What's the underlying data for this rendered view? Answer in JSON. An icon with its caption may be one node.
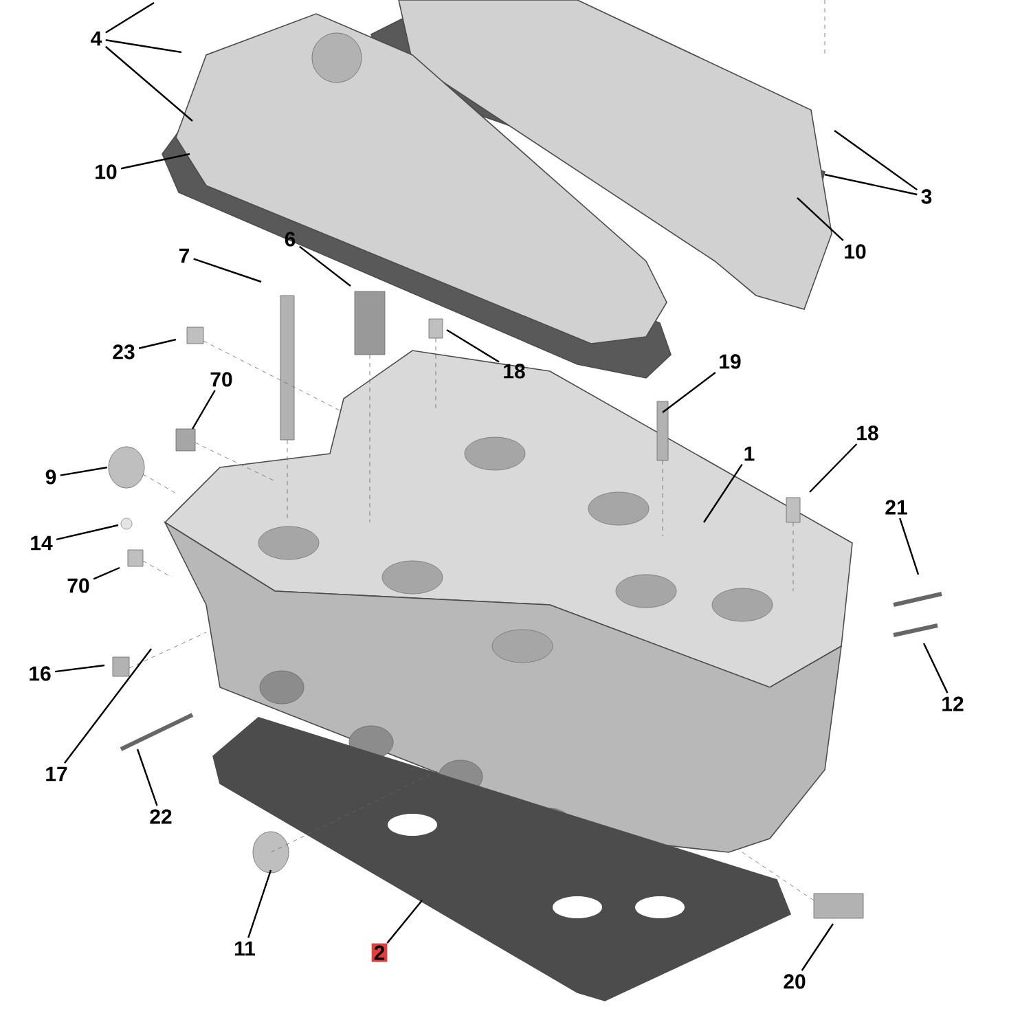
{
  "diagram": {
    "nodes": [
      {
        "text": [
          "4"
        ]
      },
      {
        "text": [
          "10"
        ]
      },
      {
        "text": [
          "3"
        ]
      },
      {
        "text": [
          "10"
        ]
      },
      {
        "text": [
          "7"
        ]
      },
      {
        "text": [
          "6"
        ]
      },
      {
        "text": [
          "23"
        ]
      },
      {
        "text": [
          "18"
        ]
      },
      {
        "text": [
          "70"
        ]
      },
      {
        "text": [
          "19"
        ]
      },
      {
        "text": [
          "1"
        ]
      },
      {
        "text": [
          "18"
        ]
      },
      {
        "text": [
          "9"
        ]
      },
      {
        "text": [
          "14"
        ]
      },
      {
        "text": [
          "70"
        ]
      },
      {
        "text": [
          "21"
        ]
      },
      {
        "text": [
          "16"
        ]
      },
      {
        "text": [
          "17"
        ]
      },
      {
        "text": [
          "22"
        ]
      },
      {
        "text": [
          "12"
        ]
      },
      {
        "text": [
          "11"
        ]
      },
      {
        "text": [
          "2"
        ]
      },
      {
        "text": [
          "20"
        ]
      }
    ],
    "edges": [
      {
        "from": 0,
        "to": null,
        "arrow": "none"
      },
      {
        "from": 0,
        "to": null,
        "arrow": "none"
      },
      {
        "from": 0,
        "to": null,
        "arrow": "none"
      },
      {
        "from": 1,
        "to": null,
        "arrow": "none"
      },
      {
        "from": 2,
        "to": null,
        "arrow": "none"
      },
      {
        "from": 2,
        "to": null,
        "arrow": "none"
      },
      {
        "from": 3,
        "to": null,
        "arrow": "none"
      },
      {
        "from": 4,
        "to": null,
        "arrow": "none"
      },
      {
        "from": 5,
        "to": null,
        "arrow": "none"
      },
      {
        "from": 6,
        "to": null,
        "arrow": "none"
      },
      {
        "from": 7,
        "to": null,
        "arrow": "none"
      },
      {
        "from": 8,
        "to": null,
        "arrow": "none"
      },
      {
        "from": 9,
        "to": null,
        "arrow": "none"
      },
      {
        "from": 10,
        "to": null,
        "arrow": "none"
      },
      {
        "from": 11,
        "to": null,
        "arrow": "none"
      },
      {
        "from": 12,
        "to": null,
        "arrow": "none"
      },
      {
        "from": 13,
        "to": null,
        "arrow": "none"
      },
      {
        "from": 14,
        "to": null,
        "arrow": "none"
      },
      {
        "from": 15,
        "to": null,
        "arrow": "none"
      },
      {
        "from": 16,
        "to": null,
        "arrow": "none"
      },
      {
        "from": 17,
        "to": null,
        "arrow": "none"
      },
      {
        "from": 18,
        "to": null,
        "arrow": "none"
      },
      {
        "from": 19,
        "to": null,
        "arrow": "none"
      },
      {
        "from": 20,
        "to": null,
        "arrow": "none"
      },
      {
        "from": 21,
        "to": null,
        "arrow": "none"
      },
      {
        "from": 22,
        "to": null,
        "arrow": "none"
      }
    ]
  }
}
